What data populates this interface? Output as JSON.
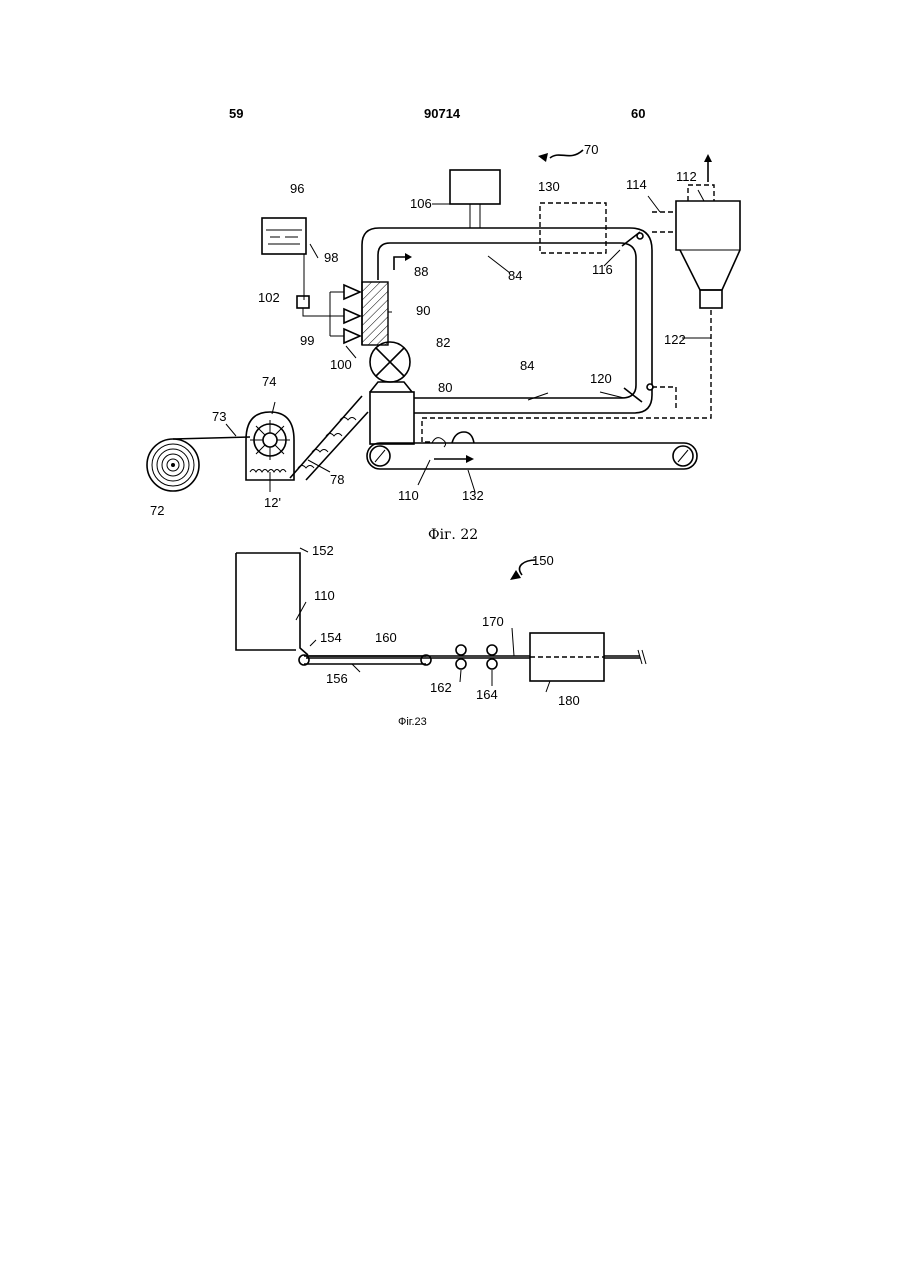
{
  "header": {
    "left_page": "59",
    "doc_number": "90714",
    "right_page": "60"
  },
  "fig22": {
    "caption": "Фіг. 22",
    "labels": {
      "l70": "70",
      "l96": "96",
      "l106": "106",
      "l130": "130",
      "l114": "114",
      "l112": "112",
      "l98": "98",
      "l88": "88",
      "l84a": "84",
      "l116": "116",
      "l102": "102",
      "l90": "90",
      "l99": "99",
      "l100": "100",
      "l82": "82",
      "l74": "74",
      "l84b": "84",
      "l120": "120",
      "l122": "122",
      "l73": "73",
      "l80": "80",
      "l78": "78",
      "l72": "72",
      "l12": "12'",
      "l110": "110",
      "l132": "132"
    }
  },
  "fig23": {
    "caption": "Фіг.23",
    "labels": {
      "l152": "152",
      "l150": "150",
      "l110": "110",
      "l170": "170",
      "l154": "154",
      "l160": "160",
      "l156": "156",
      "l162": "162",
      "l164": "164",
      "l180": "180"
    }
  }
}
